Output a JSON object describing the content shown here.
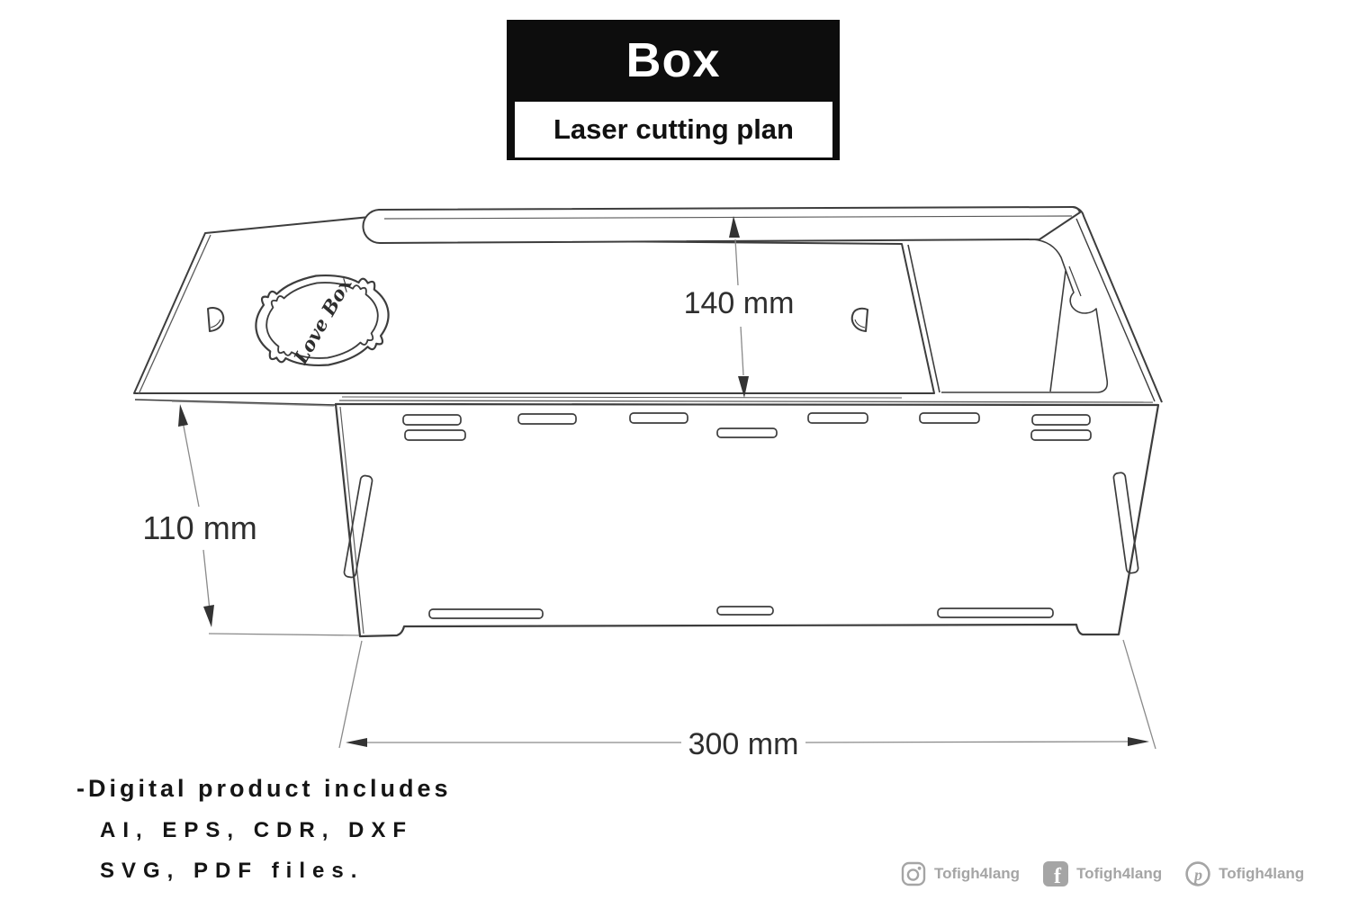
{
  "title_block": {
    "title": "Box",
    "subtitle": "Laser cutting plan"
  },
  "drawing": {
    "ornament_text": "Love Box",
    "dimensions": {
      "lid_width": "140 mm",
      "height": "110 mm",
      "length": "300 mm"
    }
  },
  "product_info": {
    "heading": "-Digital product includes",
    "formats_line_1": "AI, EPS, CDR, DXF",
    "formats_line_2": "SVG, PDF files."
  },
  "social": {
    "items": [
      {
        "platform": "instagram",
        "icon": "instagram-icon",
        "handle": "Tofigh4lang"
      },
      {
        "platform": "facebook",
        "icon": "facebook-icon",
        "handle": "Tofigh4lang"
      },
      {
        "platform": "pinterest",
        "icon": "pinterest-icon",
        "handle": "Tofigh4lang"
      }
    ]
  },
  "colors": {
    "line_color": "#3d3d3d",
    "detail_line_color": "#555555",
    "dimension_color": "#8a8a8a",
    "arrow_color": "#333333",
    "title_bg": "#0d0d0d",
    "title_fg": "#ffffff",
    "social_gray": "#a5a5a5"
  }
}
